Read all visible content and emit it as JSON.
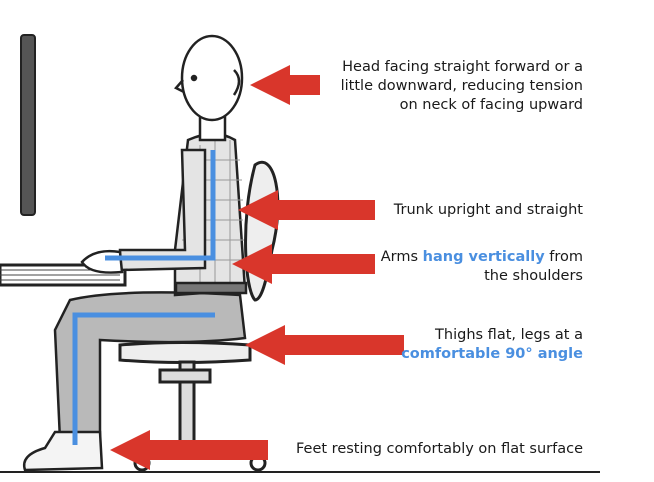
{
  "annotations": {
    "head": {
      "lines": [
        "Head facing straight forward or a",
        "little downward, reducing tension",
        "on neck of facing upward"
      ]
    },
    "trunk": {
      "text": "Trunk upright and straight"
    },
    "arms": {
      "before": "Arms ",
      "highlight": "hang vertically",
      "after": " from",
      "line2": "the shoulders"
    },
    "thighs": {
      "line1": "Thighs flat, legs at a",
      "highlight": "comfortable 90° angle"
    },
    "feet": {
      "text": "Feet resting comfortably on flat surface"
    }
  },
  "colors": {
    "arrow": "#d9362b",
    "guide": "#4a8fe0",
    "ink": "#222222",
    "shirt": "#e4e4e4",
    "pants": "#b9b9b9"
  }
}
